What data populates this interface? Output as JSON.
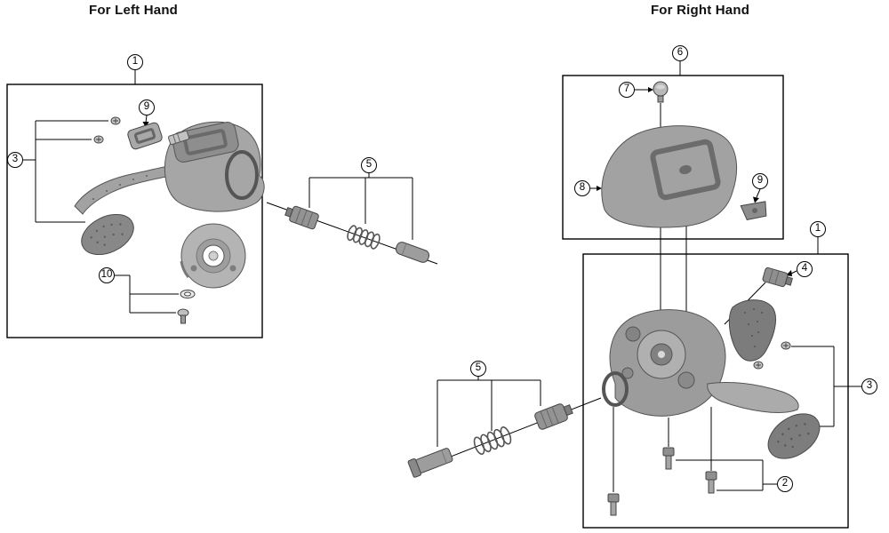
{
  "titles": {
    "left": "For Left Hand",
    "right": "For Right Hand"
  },
  "callouts": {
    "left": [
      "1",
      "9",
      "3",
      "10",
      "5"
    ],
    "right": [
      "6",
      "7",
      "8",
      "9",
      "1",
      "4",
      "3",
      "5",
      "2"
    ]
  },
  "colors": {
    "background": "#ffffff",
    "line": "#000000",
    "part_light": "#c4c4c4",
    "part_mid": "#9a9a9a",
    "part_dark": "#7a7a7a"
  }
}
